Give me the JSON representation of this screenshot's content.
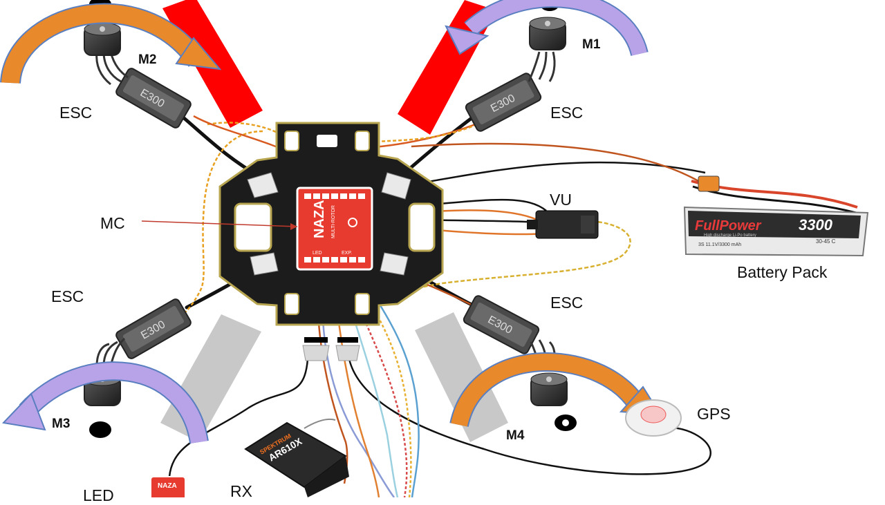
{
  "labels": {
    "m1": "M1",
    "m2": "M2",
    "m3": "M3",
    "m4": "M4",
    "esc_top_left": "ESC",
    "esc_top_right": "ESC",
    "esc_bottom_left": "ESC",
    "esc_bottom_right": "ESC",
    "mc": "MC",
    "vu": "VU",
    "battery_pack": "Battery Pack",
    "gps": "GPS",
    "rx": "RX",
    "led": "LED"
  },
  "components": {
    "esc_model": "E300",
    "controller_brand": "NAZA",
    "controller_sub": "MULTI-ROTOR",
    "controller_port_led": "LED",
    "controller_port_exp": "EXP.",
    "battery_brand": "FullPower",
    "battery_capacity": "3300",
    "battery_subtitle": "High discharge Li-Po battery",
    "battery_spec": "3S 11.1V/3300 mAh",
    "battery_c": "30-45 C",
    "receiver_brand": "SPEKTRUM",
    "receiver_model": "AR610X",
    "led_module": "NAZA"
  },
  "colors": {
    "front_arm": "#ff0000",
    "rear_arm": "#c8c8c8",
    "arrow_orange": "#e8892b",
    "arrow_purple": "#b9a3e8",
    "arrow_outline": "#5a7fc0",
    "controller": "#e63b2e",
    "frame": "#1c1c1c"
  }
}
